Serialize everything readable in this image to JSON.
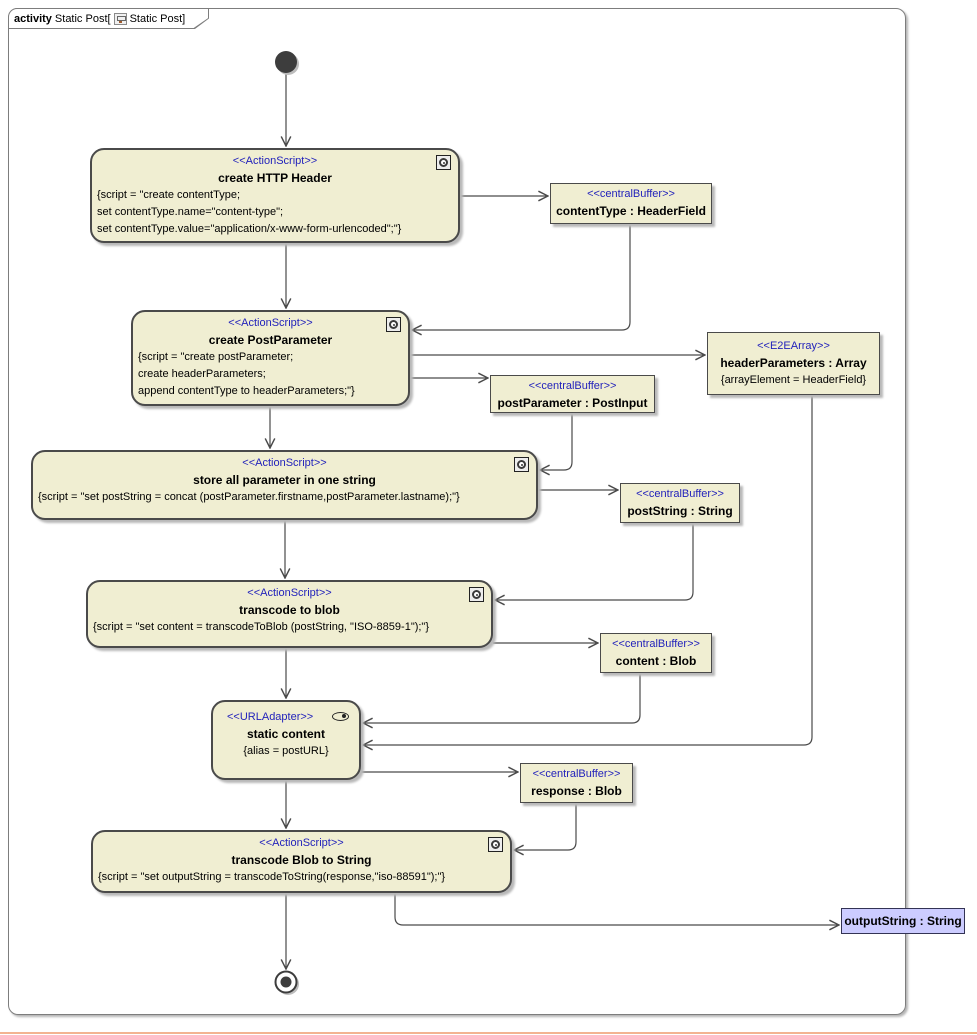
{
  "tab": {
    "keyword": "activity",
    "name_part": "Static Post[",
    "diagram_name": "Static Post",
    "closing_bracket": "]"
  },
  "nodes": {
    "create_http_header": {
      "stereotype": "<<ActionScript>>",
      "name": "create HTTP Header",
      "script": [
        "{script = \"create contentType;",
        "set contentType.name=\"content-type\";",
        "set contentType.value=\"application/x-www-form-urlencoded\";\"}"
      ]
    },
    "create_post_parameter": {
      "stereotype": "<<ActionScript>>",
      "name": "create PostParameter",
      "script": [
        "{script = \"create postParameter;",
        "create headerParameters;",
        "append contentType to headerParameters;\"}"
      ]
    },
    "store_all_parameter": {
      "stereotype": "<<ActionScript>>",
      "name": "store all parameter in one string",
      "script": [
        "{script = \"set postString = concat (postParameter.firstname,postParameter.lastname);\"}"
      ]
    },
    "transcode_to_blob": {
      "stereotype": "<<ActionScript>>",
      "name": "transcode to blob",
      "script": [
        "{script = \"set content = transcodeToBlob (postString, \"ISO-8859-1\");\"}"
      ]
    },
    "static_content": {
      "stereotype": "<<URLAdapter>>",
      "name": "static content",
      "constraint": "{alias = postURL}"
    },
    "transcode_blob_to_string": {
      "stereotype": "<<ActionScript>>",
      "name": "transcode Blob to String",
      "script": [
        "{script = \"set outputString = transcodeToString(response,\"iso-88591\");\"}"
      ]
    }
  },
  "buffers": {
    "content_type": {
      "stereotype": "<<centralBuffer>>",
      "name": "contentType : HeaderField"
    },
    "post_parameter": {
      "stereotype": "<<centralBuffer>>",
      "name": "postParameter : PostInput"
    },
    "header_parameters": {
      "stereotype": "<<E2EArray>>",
      "name": "headerParameters : Array",
      "constraint": "{arrayElement = HeaderField}"
    },
    "post_string": {
      "stereotype": "<<centralBuffer>>",
      "name": "postString : String"
    },
    "content": {
      "stereotype": "<<centralBuffer>>",
      "name": "content : Blob"
    },
    "response": {
      "stereotype": "<<centralBuffer>>",
      "name": "response : Blob"
    }
  },
  "parameter_node": {
    "name": "outputString : String"
  },
  "colors": {
    "node_fill": "#f0eed2",
    "stereotype_text": "#2222bb",
    "parameter_fill": "#ccccff",
    "edge": "#4a4a4a"
  }
}
